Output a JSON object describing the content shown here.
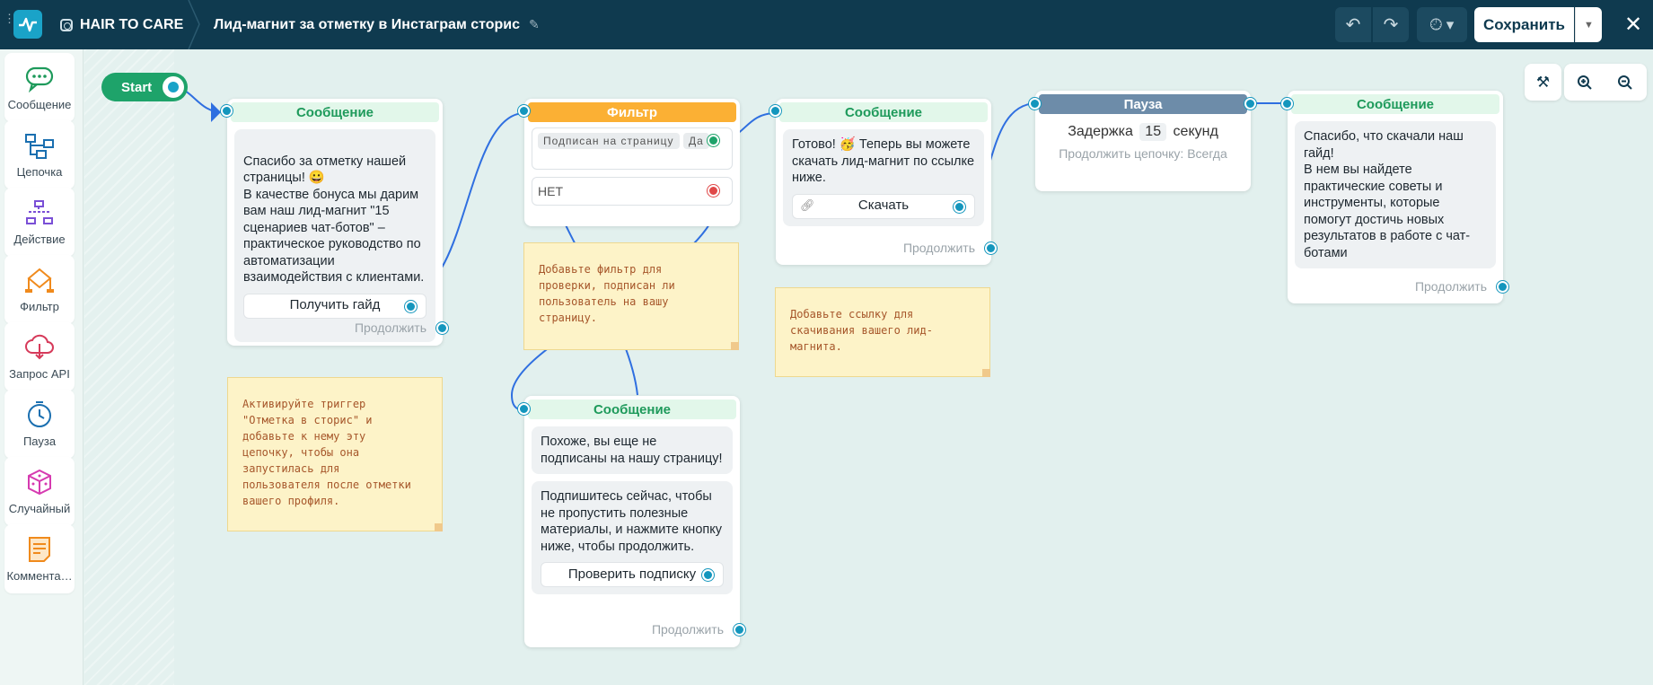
{
  "header": {
    "project_name": "HAIR TO CARE",
    "flow_title": "Лид-магнит за отметку в Инстаграм сторис",
    "save_label": "Сохранить"
  },
  "sidebar": {
    "items": [
      {
        "label": "Сообщение",
        "icon": "message-icon"
      },
      {
        "label": "Цепочка",
        "icon": "chain-icon"
      },
      {
        "label": "Действие",
        "icon": "action-icon"
      },
      {
        "label": "Фильтр",
        "icon": "filter-icon"
      },
      {
        "label": "Запрос API",
        "icon": "api-request-icon"
      },
      {
        "label": "Пауза",
        "icon": "pause-icon"
      },
      {
        "label": "Случайный",
        "icon": "random-icon"
      },
      {
        "label": "Коммента…",
        "icon": "comment-icon"
      }
    ]
  },
  "canvas": {
    "start_label": "Start",
    "node1": {
      "header": "Сообщение",
      "text": "Спасибо за отметку нашей страницы! 😀\nВ качестве бонуса мы дарим вам наш лид-магнит \"15 сценариев чат-ботов\" – практическое руководство по автоматизации взаимодействия с клиентами.",
      "button": "Получить гайд",
      "continue": "Продолжить"
    },
    "filter": {
      "header": "Фильтр",
      "condition": "Подписан на страницу",
      "condition_value": "Да",
      "else_label": "НЕТ"
    },
    "node_download": {
      "header": "Сообщение",
      "text": "Готово! 🥳 Теперь вы можете скачать лид-магнит по ссылке ниже.",
      "button": "Скачать",
      "continue": "Продолжить"
    },
    "pause": {
      "header": "Пауза",
      "delay_prefix": "Задержка",
      "delay_value": "15",
      "delay_unit": "секунд",
      "continue_text": "Продолжить цепочку: Всегда"
    },
    "node_final": {
      "header": "Сообщение",
      "text": "Спасибо, что скачали наш гайд!\nВ нем вы найдете практические советы и инструменты, которые помогут достичь новых результатов в работе с чат-ботами",
      "continue": "Продолжить"
    },
    "node_not_subscribed": {
      "header": "Сообщение",
      "text1": "Похоже, вы еще не подписаны на нашу страницу!",
      "text2": "Подпишитесь сейчас, чтобы не пропустить полезные материалы, и нажмите кнопку ниже, чтобы продолжить.",
      "button": "Проверить подписку",
      "continue": "Продолжить"
    },
    "notes": {
      "trigger": "Активируйте триггер\n\"Отметка в сторис\" и\nдобавьте к нему эту\nцепочку, чтобы она\nзапустилась для\nпользователя после отметки\nвашего профиля.",
      "filter": "Добавьте фильтр для\nпроверки, подписан ли\nпользователь на вашу\nстраницу.",
      "link": "Добавьте ссылку для\nскачивания вашего лид-\nмагнита."
    }
  },
  "colors": {
    "topbar": "#0f3a4f",
    "message_green": "#1e9a5b",
    "filter_orange": "#fbb034",
    "pause_blue": "#6d8ca9",
    "port_blue": "#1496bd",
    "wire": "#2f6fe0"
  }
}
